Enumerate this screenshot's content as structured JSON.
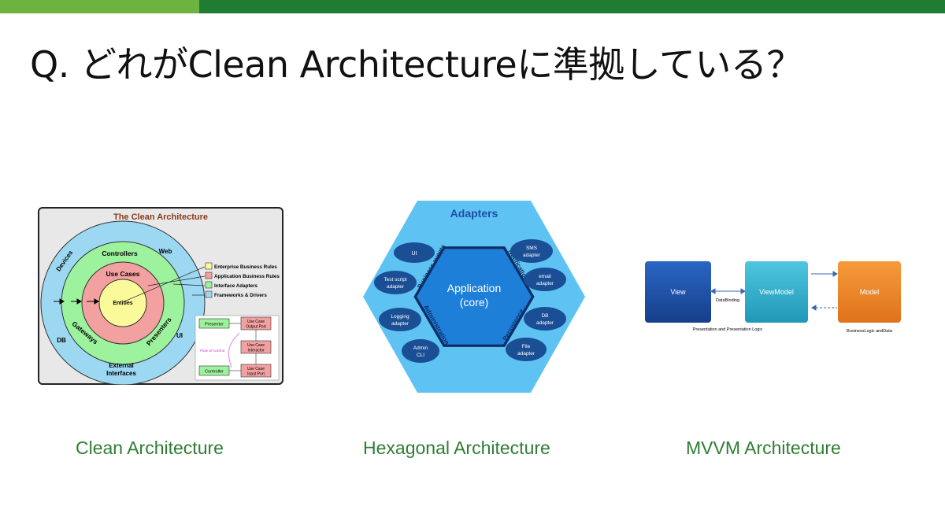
{
  "slide": {
    "title": "Q. どれがClean Architectureに準拠している？",
    "accent_light": "#6db33f",
    "accent_dark": "#1e7d32",
    "caption_color": "#2e7d32"
  },
  "clean": {
    "caption": "Clean Architecture",
    "header": "The Clean Architecture",
    "ring_labels": {
      "devices": "Devices",
      "web": "Web",
      "controllers": "Controllers",
      "use_cases": "Use Cases",
      "entities": "Entities",
      "gateways": "Gateways",
      "presenters": "Presenters",
      "db": "DB",
      "ui": "UI",
      "external": "External",
      "interfaces": "Interfaces"
    },
    "legend": [
      {
        "label": "Enterprise Business Rules",
        "color": "#fafa9a"
      },
      {
        "label": "Application Business Rules",
        "color": "#f2a0a0"
      },
      {
        "label": "Interface Adapters",
        "color": "#9df29d"
      },
      {
        "label": "Frameworks & Drivers",
        "color": "#9cd8f2"
      }
    ],
    "flow": {
      "presenter": "Presenter",
      "controller": "Controller",
      "output_port_1": "Use Case",
      "output_port_2": "Output Port",
      "interactor_1": "Use Case",
      "interactor_2": "Interactor",
      "input_port_1": "Use Case",
      "input_port_2": "Input Port",
      "flow_label": "Flow of control"
    }
  },
  "hexagonal": {
    "caption": "Hexagonal Architecture",
    "outer_label": "Adapters",
    "core_line1": "Application",
    "core_line2": "(core)",
    "side_labels": {
      "business_events": "Business events",
      "notification": "Notification",
      "administration": "Administration",
      "persistence": "Persistence"
    },
    "adapters": [
      {
        "line1": "UI",
        "line2": ""
      },
      {
        "line1": "Test script",
        "line2": "adapter"
      },
      {
        "line1": "Logging",
        "line2": "adapter"
      },
      {
        "line1": "Admin",
        "line2": "CLI"
      },
      {
        "line1": "SMS",
        "line2": "adapter"
      },
      {
        "line1": "email",
        "line2": "adapter"
      },
      {
        "line1": "DB",
        "line2": "adapter"
      },
      {
        "line1": "File",
        "line2": "adapter"
      }
    ]
  },
  "mvvm": {
    "caption": "MVVM Architecture",
    "view": "View",
    "viewmodel": "ViewModel",
    "model": "Model",
    "databinding": "DataBinding",
    "presentation_note": "Presentation and Presentation Logic",
    "business_note": "BusinessLogic andData"
  }
}
